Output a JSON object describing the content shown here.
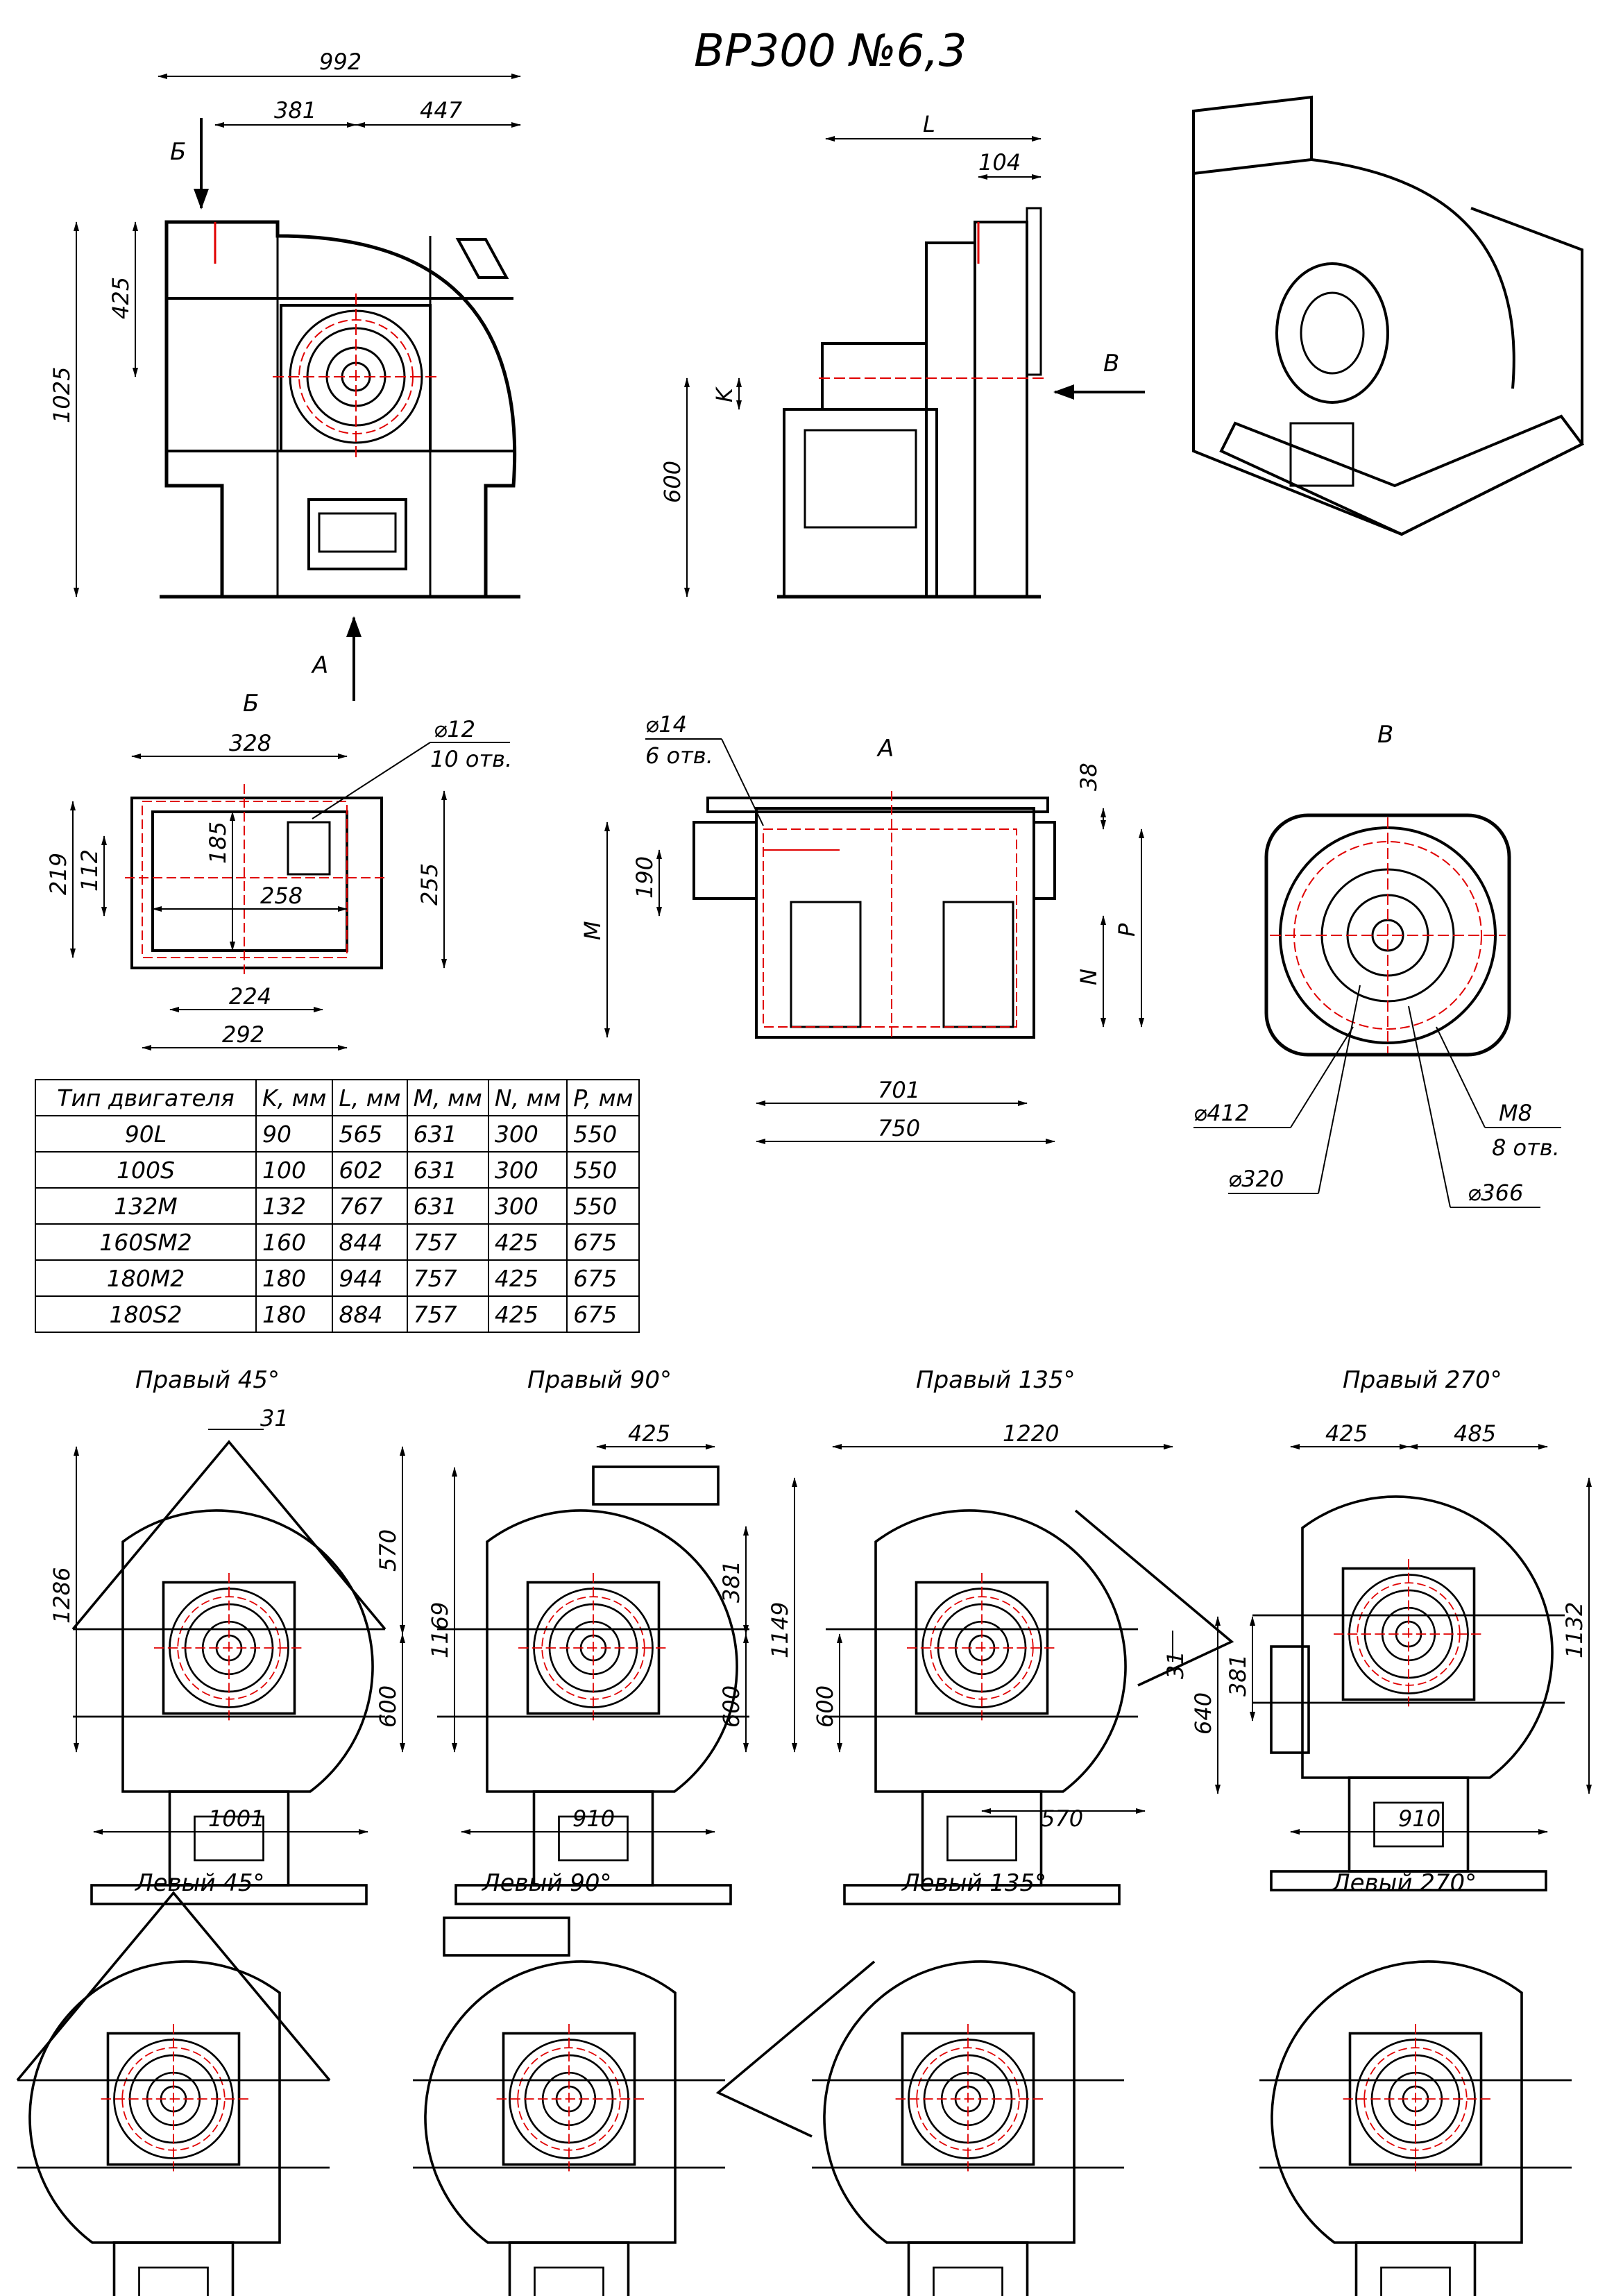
{
  "title": "ВР300 №6,3",
  "front_view": {
    "dims": {
      "total_width": "992",
      "left_part": "381",
      "right_part": "447",
      "height": "1025",
      "inlet_height": "425"
    },
    "arrow_b": "Б",
    "arrow_a": "А"
  },
  "side_view": {
    "dims": {
      "length": "L",
      "flange": "104",
      "k": "K",
      "base": "600"
    },
    "arrow_v": "В"
  },
  "view_b": {
    "label": "Б",
    "hole_dia": "⌀12",
    "hole_count": "10 отв.",
    "dims": {
      "top": "328",
      "inner_h": "185",
      "inner_w": "258",
      "left_h": "219",
      "left_small": "112",
      "right_h": "255",
      "bottom_inner": "224",
      "bottom_outer": "292"
    }
  },
  "view_a": {
    "label": "А",
    "hole_dia": "⌀14",
    "hole_count": "6 отв.",
    "dims": {
      "top": "38",
      "left": "190",
      "m": "M",
      "n": "N",
      "p": "P",
      "inner": "701",
      "outer": "750"
    }
  },
  "view_v": {
    "label": "В",
    "d1": "⌀412",
    "d2": "⌀320",
    "d3": "⌀366",
    "thread": "М8",
    "thread_count": "8 отв."
  },
  "table": {
    "headers": [
      "Тип двигателя",
      "K, мм",
      "L, мм",
      "M, мм",
      "N, мм",
      "P, мм"
    ],
    "rows": [
      [
        "90L",
        "90",
        "565",
        "631",
        "300",
        "550"
      ],
      [
        "100S",
        "100",
        "602",
        "631",
        "300",
        "550"
      ],
      [
        "132M",
        "132",
        "767",
        "631",
        "300",
        "550"
      ],
      [
        "160SM2",
        "160",
        "844",
        "757",
        "425",
        "675"
      ],
      [
        "180M2",
        "180",
        "944",
        "757",
        "425",
        "675"
      ],
      [
        "180S2",
        "180",
        "884",
        "757",
        "425",
        "675"
      ]
    ]
  },
  "positions": {
    "right_45": {
      "label": "Правый 45°",
      "d1": "31",
      "d2": "570",
      "d3": "600",
      "d4": "1286",
      "d5": "1001"
    },
    "right_90": {
      "label": "Правый 90°",
      "d1": "425",
      "d2": "381",
      "d3": "600",
      "d4": "1169",
      "d5": "910"
    },
    "right_135": {
      "label": "Правый 135°",
      "d1": "1220",
      "d2": "1149",
      "d3": "600",
      "d4": "31",
      "d5": "570"
    },
    "right_270": {
      "label": "Правый 270°",
      "d1": "425",
      "d2": "485",
      "d3": "381",
      "d4": "640",
      "d5": "1132",
      "d6": "910"
    },
    "left_45": {
      "label": "Левый 45°"
    },
    "left_90": {
      "label": "Левый 90°"
    },
    "left_135": {
      "label": "Левый 135°"
    },
    "left_270": {
      "label": "Левый 270°"
    }
  }
}
